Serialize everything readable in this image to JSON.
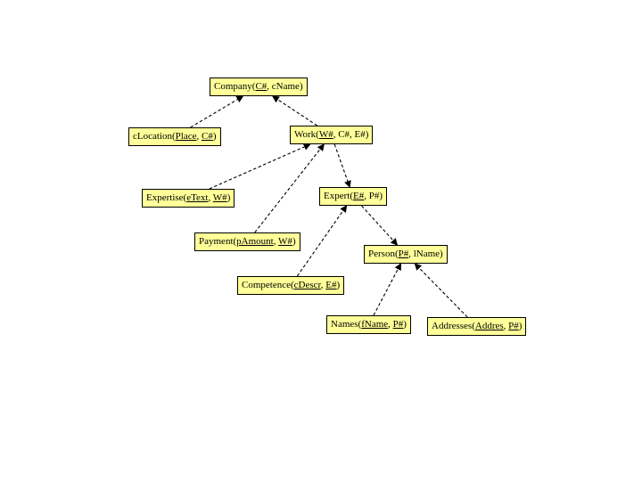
{
  "colors": {
    "entity_fill": "#ffff99",
    "line": "#000000",
    "background": "#ffffff"
  },
  "entities": {
    "company": [
      {
        "text": "Company(",
        "u": false
      },
      {
        "text": "C#",
        "u": true
      },
      {
        "text": ", cName)",
        "u": false
      }
    ],
    "clocation": [
      {
        "text": "cLocation(",
        "u": false
      },
      {
        "text": "Place",
        "u": true
      },
      {
        "text": ", ",
        "u": false
      },
      {
        "text": "C#",
        "u": true
      },
      {
        "text": ")",
        "u": false
      }
    ],
    "work": [
      {
        "text": "Work(",
        "u": false
      },
      {
        "text": "W#",
        "u": true
      },
      {
        "text": ", C#, E#)",
        "u": false
      }
    ],
    "expertise": [
      {
        "text": "Expertise(",
        "u": false
      },
      {
        "text": "eText",
        "u": true
      },
      {
        "text": ", ",
        "u": false
      },
      {
        "text": "W#",
        "u": true
      },
      {
        "text": ")",
        "u": false
      }
    ],
    "expert": [
      {
        "text": "Expert(",
        "u": false
      },
      {
        "text": "E#",
        "u": true
      },
      {
        "text": ", P#)",
        "u": false
      }
    ],
    "payment": [
      {
        "text": "Payment(",
        "u": false
      },
      {
        "text": "pAmount",
        "u": true
      },
      {
        "text": ", ",
        "u": false
      },
      {
        "text": "W#",
        "u": true
      },
      {
        "text": ")",
        "u": false
      }
    ],
    "person": [
      {
        "text": "Person(",
        "u": false
      },
      {
        "text": "P#",
        "u": true
      },
      {
        "text": ", lName)",
        "u": false
      }
    ],
    "competence": [
      {
        "text": "Competence(",
        "u": false
      },
      {
        "text": "cDescr",
        "u": true
      },
      {
        "text": ", ",
        "u": false
      },
      {
        "text": "E#",
        "u": true
      },
      {
        "text": ")",
        "u": false
      }
    ],
    "names": [
      {
        "text": "Names(",
        "u": false
      },
      {
        "text": "fName",
        "u": true
      },
      {
        "text": ", ",
        "u": false
      },
      {
        "text": "P#",
        "u": true
      },
      {
        "text": ")",
        "u": false
      }
    ],
    "addresses": [
      {
        "text": "Addresses(",
        "u": false
      },
      {
        "text": "Addres",
        "u": true
      },
      {
        "text": ", ",
        "u": false
      },
      {
        "text": "P#",
        "u": true
      },
      {
        "text": ")",
        "u": false
      }
    ]
  },
  "edges": [
    {
      "from": "clocation",
      "to": "company"
    },
    {
      "from": "work",
      "to": "company"
    },
    {
      "from": "expertise",
      "to": "work"
    },
    {
      "from": "payment",
      "to": "work"
    },
    {
      "from": "work",
      "to": "expert"
    },
    {
      "from": "expert",
      "to": "person"
    },
    {
      "from": "competence",
      "to": "expert"
    },
    {
      "from": "names",
      "to": "person"
    },
    {
      "from": "addresses",
      "to": "person"
    }
  ]
}
